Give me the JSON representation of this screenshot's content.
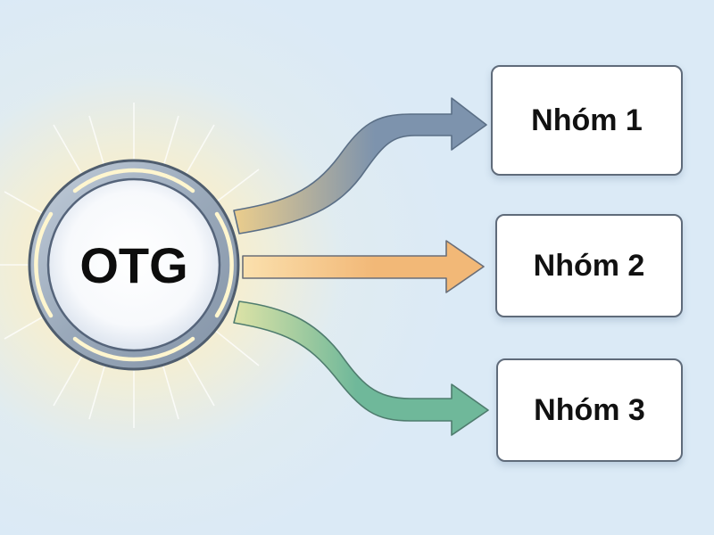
{
  "diagram": {
    "type": "one-to-many flow",
    "source": {
      "label": "OTG",
      "shape": "glowing ring circle"
    },
    "targets": [
      {
        "label": "Nhóm 1",
        "arrow_color": "#7d93ad",
        "arrow_style": "curved up"
      },
      {
        "label": "Nhóm 2",
        "arrow_color": "#f2b877",
        "arrow_style": "straight"
      },
      {
        "label": "Nhóm 3",
        "arrow_color": "#6fb89a",
        "arrow_style": "curved down"
      }
    ]
  },
  "colors": {
    "background": "#dbeaf6",
    "glow": "#fff0b8",
    "ring": "#9aa9ba",
    "ring_outline": "#4f5d6e",
    "ring_highlight": "#fff6cf",
    "box_border": "#5f6b7a",
    "text": "#111111"
  }
}
